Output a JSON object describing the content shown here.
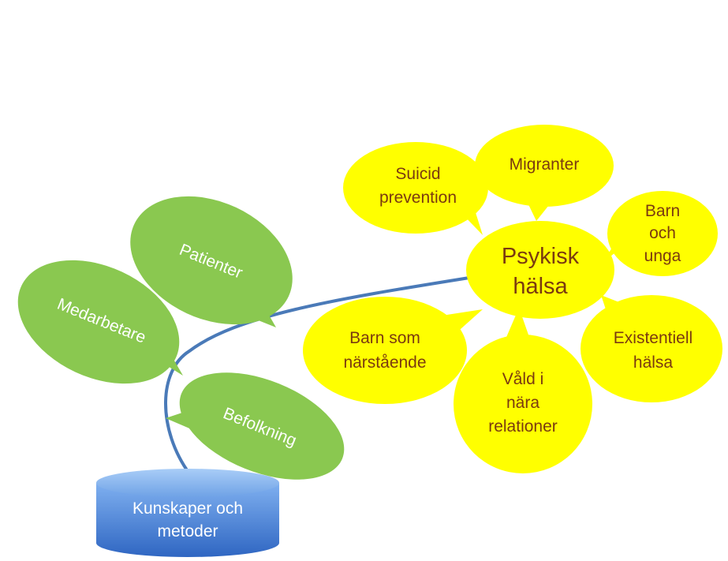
{
  "colors": {
    "green_leaf": "#8ac850",
    "yellow_bubble": "#ffff00",
    "yellow_text": "#7a3a10",
    "stem": "#4a7ab8",
    "cylinder": "#4f86d6"
  },
  "base": {
    "line1": "Kunskaper och",
    "line2": "metoder"
  },
  "leaves": {
    "patienter": "Patienter",
    "medarbetare": "Medarbetare",
    "befolkning": "Befolkning"
  },
  "center": {
    "line1": "Psykisk",
    "line2": "hälsa"
  },
  "bubbles": {
    "suicid": {
      "line1": "Suicid",
      "line2": "prevention"
    },
    "migranter": {
      "line1": "Migranter"
    },
    "barn_unga": {
      "line1": "Barn",
      "line2": "och",
      "line3": "unga"
    },
    "existentiell": {
      "line1": "Existentiell",
      "line2": "hälsa"
    },
    "vald": {
      "line1": "Våld i",
      "line2": "nära",
      "line3": "relationer"
    },
    "barn_narstaende": {
      "line1": "Barn som",
      "line2": "närstående"
    }
  }
}
